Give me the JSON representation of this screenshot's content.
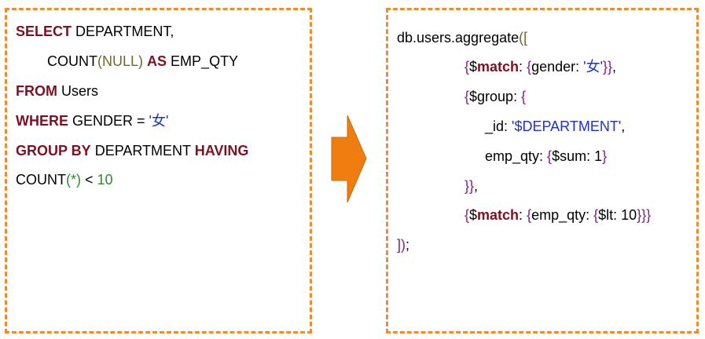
{
  "colors": {
    "border": "#f28a2e",
    "keyword": "#7f1022",
    "plain": "#000000",
    "func_paren": "#6b6b2a",
    "string": "#1f2fd8",
    "number": "#2f8a2f",
    "brace": "#8a1a8a",
    "arrow": "#f07d10",
    "arrow_stroke": "#c96a12"
  },
  "sql": {
    "lines": [
      [
        {
          "t": "SELECT",
          "k": "keyword"
        },
        {
          "t": " DEPARTMENT,",
          "k": "plain"
        }
      ],
      [
        {
          "t": "COUNT",
          "k": "plain"
        },
        {
          "t": "(NULL)",
          "k": "func_paren"
        },
        {
          "t": " ",
          "k": "plain"
        },
        {
          "t": "AS",
          "k": "keyword"
        },
        {
          "t": " EMP_QTY",
          "k": "plain"
        }
      ],
      [
        {
          "t": "FROM",
          "k": "keyword"
        },
        {
          "t": " Users",
          "k": "plain"
        }
      ],
      [
        {
          "t": "WHERE",
          "k": "keyword"
        },
        {
          "t": " GENDER = ",
          "k": "plain"
        },
        {
          "t": "'女'",
          "k": "string"
        }
      ],
      [
        {
          "t": "GROUP BY",
          "k": "keyword"
        },
        {
          "t": " DEPARTMENT ",
          "k": "plain"
        },
        {
          "t": "HAVING",
          "k": "keyword"
        }
      ],
      [
        {
          "t": "COUNT",
          "k": "plain"
        },
        {
          "t": "(*)",
          "k": "number"
        },
        {
          "t": " < ",
          "k": "plain"
        },
        {
          "t": "10",
          "k": "number"
        }
      ]
    ]
  },
  "mongo": {
    "lines": [
      [
        {
          "t": "db.users.aggregate",
          "k": "plain"
        },
        {
          "t": "([",
          "k": "func_paren"
        }
      ],
      [
        {
          "t": "{",
          "k": "brace"
        },
        {
          "t": "$",
          "k": "plain"
        },
        {
          "t": "match",
          "k": "keyword"
        },
        {
          "t": ": ",
          "k": "plain"
        },
        {
          "t": "{",
          "k": "brace"
        },
        {
          "t": "gender: ",
          "k": "plain"
        },
        {
          "t": "'女'",
          "k": "string"
        },
        {
          "t": "}}",
          "k": "brace"
        },
        {
          "t": ",",
          "k": "plain"
        }
      ],
      [
        {
          "t": "{",
          "k": "brace"
        },
        {
          "t": "$group: ",
          "k": "plain"
        },
        {
          "t": "{",
          "k": "brace"
        }
      ],
      [
        {
          "t": "_id: ",
          "k": "plain"
        },
        {
          "t": "'$DEPARTMENT'",
          "k": "string"
        },
        {
          "t": ",",
          "k": "plain"
        }
      ],
      [
        {
          "t": "emp_qty: ",
          "k": "plain"
        },
        {
          "t": "{",
          "k": "brace"
        },
        {
          "t": "$sum: 1",
          "k": "plain"
        },
        {
          "t": "}",
          "k": "brace"
        }
      ],
      [
        {
          "t": "}}",
          "k": "brace"
        },
        {
          "t": ",",
          "k": "plain"
        }
      ],
      [
        {
          "t": "{",
          "k": "brace"
        },
        {
          "t": "$",
          "k": "plain"
        },
        {
          "t": "match",
          "k": "keyword"
        },
        {
          "t": ": ",
          "k": "plain"
        },
        {
          "t": "{",
          "k": "brace"
        },
        {
          "t": "emp_qty: ",
          "k": "plain"
        },
        {
          "t": "{",
          "k": "brace"
        },
        {
          "t": "$lt: 10",
          "k": "plain"
        },
        {
          "t": "}}}",
          "k": "brace"
        }
      ],
      [
        {
          "t": "])",
          "k": "brace"
        },
        {
          "t": ";",
          "k": "plain"
        }
      ]
    ]
  }
}
